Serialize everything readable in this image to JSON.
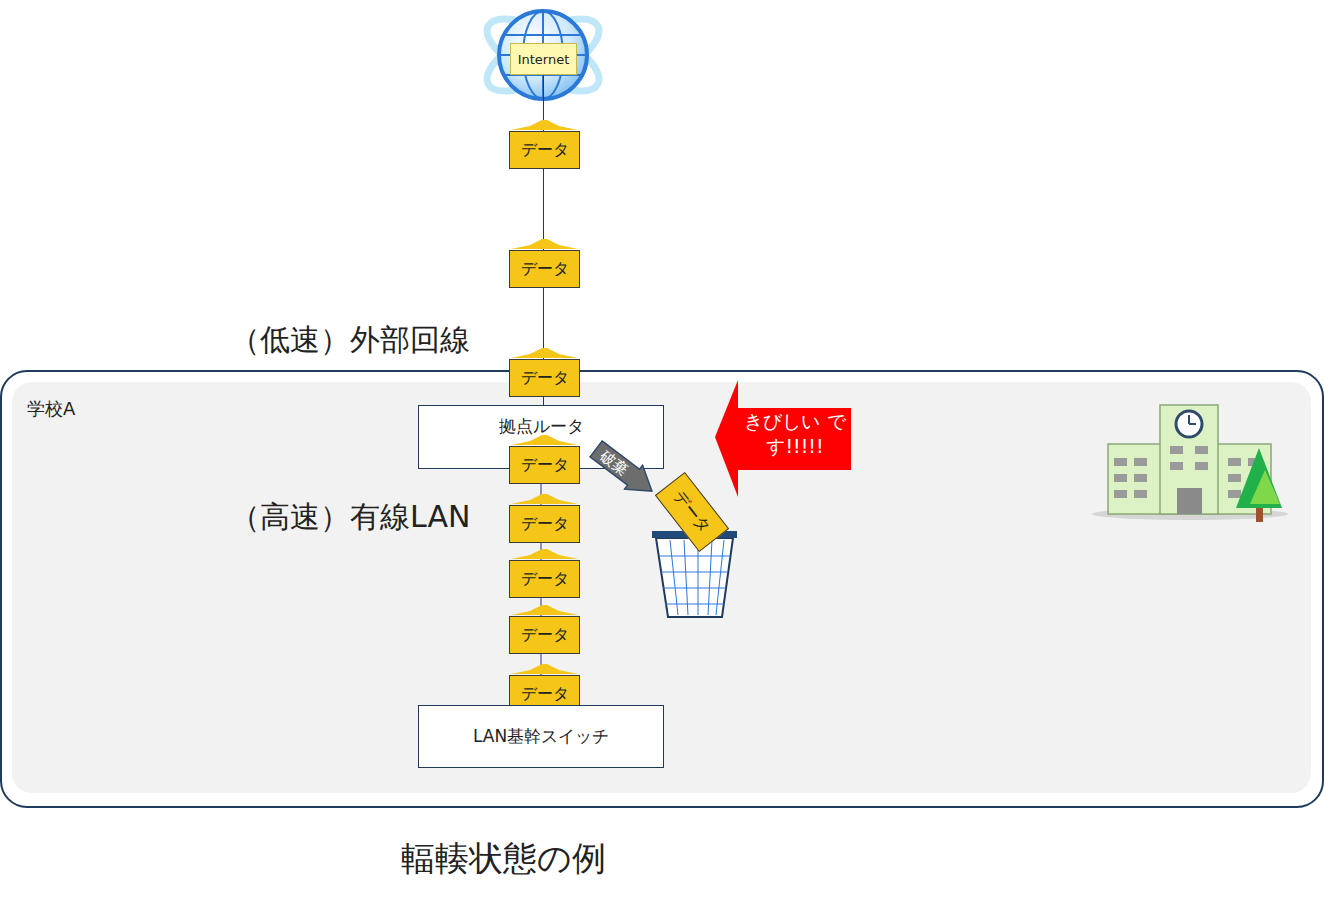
{
  "diagram": {
    "caption": "輻輳状態の例",
    "nodes": [
      {
        "text": [
          "Internet"
        ]
      },
      {
        "text": [
          "データ"
        ]
      },
      {
        "text": [
          "データ"
        ]
      },
      {
        "text": [
          "学校A"
        ]
      },
      {
        "text": [
          "データ"
        ],
        "in": 3
      },
      {
        "text": [
          "拠点ルータ"
        ],
        "in": 3
      },
      {
        "text": [
          "データ"
        ],
        "in": 3
      },
      {
        "text": [
          "破棄"
        ],
        "in": 3
      },
      {
        "text": [
          "きびしい です!!!!!"
        ],
        "in": 3
      },
      {
        "text": [
          "データ"
        ],
        "in": 3
      },
      {
        "text": [
          "データ"
        ],
        "in": 3
      },
      {
        "text": [
          "データ"
        ],
        "in": 3
      },
      {
        "text": [
          "データ"
        ],
        "in": 3
      },
      {
        "text": [
          "データ"
        ],
        "in": 3
      },
      {
        "text": [
          "LAN基幹スイッチ"
        ],
        "in": 3
      }
    ],
    "edges": [
      {
        "from": 5,
        "to": 0,
        "arrow": "none"
      },
      {
        "from": 14,
        "to": 5,
        "arrow": "none"
      }
    ],
    "labels": [
      "（低速）外部回線",
      "（高速）有線LAN"
    ]
  }
}
